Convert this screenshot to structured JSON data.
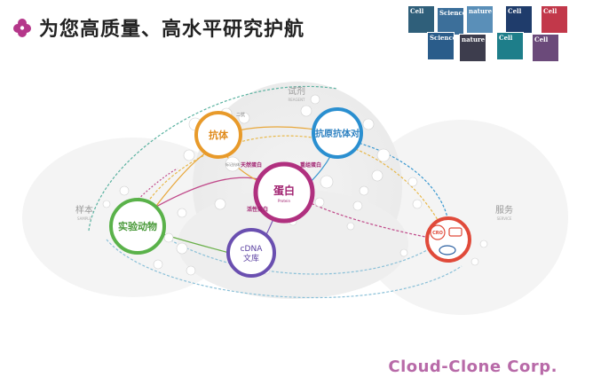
{
  "header": {
    "title": "为您高质量、高水平研究护航",
    "icon": "flower-bullet-icon"
  },
  "covers": [
    {
      "label": "Cell",
      "color": "#2f5f7a"
    },
    {
      "label": "Science",
      "color": "#3c6f9a"
    },
    {
      "label": "nature",
      "color": "#5a8fb8"
    },
    {
      "label": "Cell",
      "color": "#1f3c6b"
    },
    {
      "label": "Cell",
      "color": "#c2384a"
    },
    {
      "label": "Science",
      "color": "#2a5c8a"
    },
    {
      "label": "nature",
      "color": "#3d3d4d"
    },
    {
      "label": "Cell",
      "color": "#1e7e8a"
    },
    {
      "label": "Cell",
      "color": "#6b4a7a"
    }
  ],
  "sections": {
    "reagent": "试剂",
    "reagent_en": "REAGENT",
    "sample": "样本",
    "sample_en": "SAMPLE",
    "service": "服务",
    "service_en": "SERVICE"
  },
  "nodes": {
    "antibody": "抗体",
    "antigen_antibody": "抗原抗体对",
    "protein": "蛋白",
    "protein_en": "Protein",
    "animal": "实验动物",
    "cdna_1": "cDNA",
    "cdna_2": "文库",
    "natural_protein": "天然蛋白",
    "recombinant_protein": "重组蛋白",
    "active_protein": "活性蛋白",
    "cro": "CRO",
    "antibody_small_1": "二抗",
    "antibody_small_2": "标记抗体"
  },
  "colors": {
    "antibody": "#e89a2a",
    "antigen_antibody": "#2a8fd0",
    "protein": "#b0307f",
    "animal": "#5ab24a",
    "cdna": "#6a4fb0",
    "cro": "#e04a3a",
    "brand": "#b86aa8"
  },
  "footer": {
    "brand": "Cloud-Clone Corp."
  }
}
